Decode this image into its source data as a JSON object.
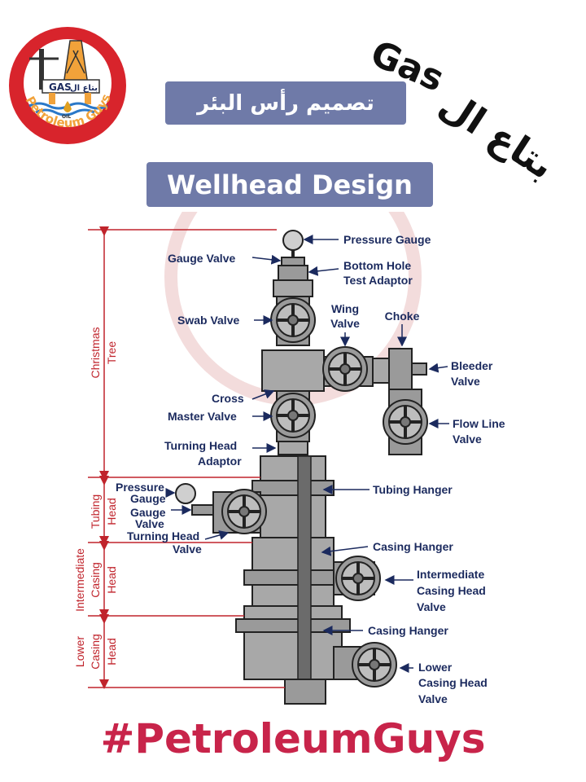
{
  "logo": {
    "arabic_text": "بتاع ال",
    "latin_text": "GAS",
    "ring_text": "Petroleum Guys",
    "oil_text": "OIL"
  },
  "slogan": {
    "gas": "Gas",
    "arabic": "بتاع ال"
  },
  "titles": {
    "arabic": "تصميم رأس البئر",
    "english": "Wellhead Design"
  },
  "labels": {
    "pressure_gauge": "Pressure Gauge",
    "gauge_valve": "Gauge Valve",
    "bottom_hole_1": "Bottom Hole",
    "bottom_hole_2": "Test Adaptor",
    "swab_valve": "Swab Valve",
    "wing_1": "Wing",
    "wing_2": "Valve",
    "choke": "Choke",
    "bleeder_1": "Bleeder",
    "bleeder_2": "Valve",
    "cross": "Cross",
    "master_valve": "Master Valve",
    "flow_line_1": "Flow Line",
    "flow_line_2": "Valve",
    "turning_head_1": "Turning Head",
    "turning_head_2": "Adaptor",
    "tubing_hanger": "Tubing Hanger",
    "left_pressure_1": "Pressure",
    "left_pressure_2": "Gauge",
    "left_gauge_1": "Gauge",
    "left_gauge_2": "Valve",
    "turning_head_valve_1": "Turning Head",
    "turning_head_valve_2": "Valve",
    "casing_hanger_upper": "Casing Hanger",
    "intermediate_1": "Intermediate",
    "intermediate_2": "Casing Head",
    "intermediate_3": "Valve",
    "casing_hanger_lower": "Casing Hanger",
    "lower_1": "Lower",
    "lower_2": "Casing Head",
    "lower_3": "Valve"
  },
  "sections": {
    "christmas_1": "Christmas",
    "christmas_2": "Tree",
    "tubing_1": "Tubing",
    "tubing_2": "Head",
    "intermediate_1": "Intermediate",
    "intermediate_2": "Casing",
    "intermediate_3": "Head",
    "lower_1": "Lower",
    "lower_2": "Casing",
    "lower_3": "Head"
  },
  "hashtag": "#PetroleumGuys",
  "colors": {
    "banner": "#6f7aa8",
    "label": "#1b2a5e",
    "bracket": "#c0242c",
    "hashtag": "#c8244a"
  }
}
